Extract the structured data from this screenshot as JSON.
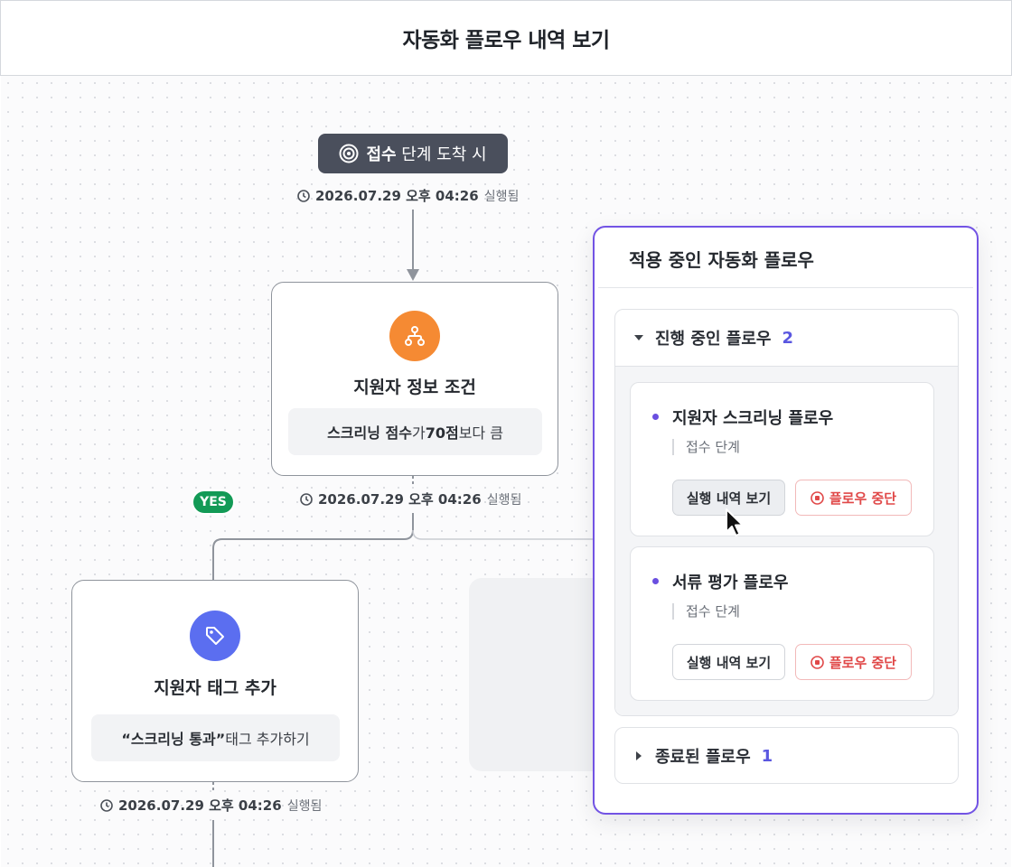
{
  "header": {
    "title": "자동화 플로우 내역 보기"
  },
  "trigger": {
    "icon": "target-icon",
    "stage_bold": "접수",
    "rest": " 단계 도착 시",
    "timestamp": "2026.07.29 오후 04:26",
    "status": "실행됨"
  },
  "condition_node": {
    "icon": "branch-icon",
    "color": "#f58a33",
    "title": "지원자 정보 조건",
    "cond_bold1": "스크리닝 점수",
    "cond_mid": "가 ",
    "cond_bold2": "70점",
    "cond_end": " 보다 큼",
    "timestamp": "2026.07.29 오후 04:26",
    "status": "실행됨"
  },
  "yes_badge": "YES",
  "tag_node": {
    "icon": "tag-icon",
    "color": "#5b6ef0",
    "title": "지원자 태그 추가",
    "tag_bold": "“스크리닝 통과”",
    "tag_rest": " 태그 추가하기",
    "timestamp": "2026.07.29 오후 04:26",
    "status": "실행됨"
  },
  "panel": {
    "title": "적용 중인 자동화 플로우",
    "accent": "#7253e4",
    "active_section": {
      "label": "진행 중인 플로우",
      "count": "2",
      "expanded": true,
      "flows": [
        {
          "title": "지원자 스크리닝 플로우",
          "stage": "접수 단계",
          "history_label": "실행 내역 보기",
          "stop_label": "플로우 중단"
        },
        {
          "title": "서류 평가 플로우",
          "stage": "접수 단계",
          "history_label": "실행 내역 보기",
          "stop_label": "플로우 중단"
        }
      ]
    },
    "ended_section": {
      "label": "종료된 플로우",
      "count": "1",
      "expanded": false
    }
  }
}
